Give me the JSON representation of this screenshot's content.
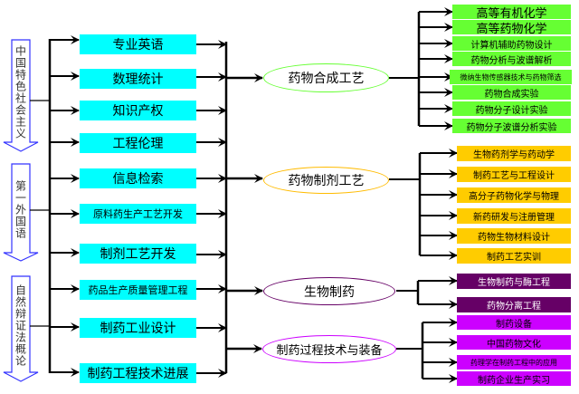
{
  "left_arrows": [
    {
      "label": "中国特色社会主义"
    },
    {
      "label": "第一外国语"
    },
    {
      "label": "自然辩证法概论"
    }
  ],
  "middle_courses": [
    {
      "label": "专业英语"
    },
    {
      "label": "数理统计"
    },
    {
      "label": "知识产权"
    },
    {
      "label": "工程伦理"
    },
    {
      "label": "信息检索"
    },
    {
      "label": "原料药生产工艺开发"
    },
    {
      "label": "制剂工艺开发"
    },
    {
      "label": "药品生产质量管理工程"
    },
    {
      "label": "制药工业设计"
    },
    {
      "label": "制药工程技术进展"
    }
  ],
  "directions": [
    {
      "label": "药物合成工艺",
      "color": "#66ff33",
      "courses": [
        "高等有机化学",
        "高等药物化学",
        "计算机辅助药物设计",
        "药物分析与波谱解析",
        "微纳生物传感器技术与药物筛选",
        "药物合成实验",
        "药物分子设计实验",
        "药物分子波谱分析实验"
      ]
    },
    {
      "label": "药物制剂工艺",
      "color": "#ffcc00",
      "courses": [
        "生物药剂学与药动学",
        "制药工艺与工程设计",
        "高分子药物化学与物理",
        "新药研发与注册管理",
        "药物生物材料设计",
        "制药工艺实训"
      ]
    },
    {
      "label": "生物制药",
      "color": "#660066",
      "courses": [
        "生物制药与酶工程",
        "药物分离工程"
      ]
    },
    {
      "label": "制药过程技术与装备",
      "color": "#cc00ff",
      "courses": [
        "制药设备",
        "中国药物文化",
        "药理学在制药工程中的应用",
        "制药企业生产实习"
      ]
    }
  ]
}
